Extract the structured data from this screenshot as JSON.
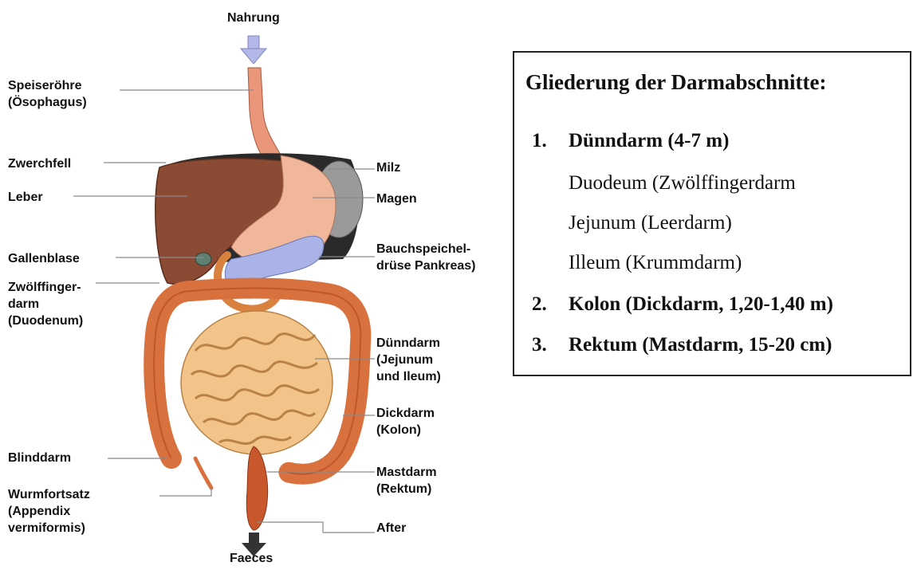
{
  "labels": {
    "nahrung": "Nahrung",
    "faeces": "Faeces",
    "speiseroehre": "Speiseröhre\n(Ösophagus)",
    "zwerchfell": "Zwerchfell",
    "leber": "Leber",
    "gallenblase": "Gallenblase",
    "zwoelffingerdarm": "Zwölffinger-\ndarm\n(Duodenum)",
    "blinddarm": "Blinddarm",
    "wurmfortsatz": "Wurmfortsatz\n(Appendix\nvermiformis)",
    "milz": "Milz",
    "magen": "Magen",
    "bauchspeicheldruese": "Bauchspeichel-\ndrüse Pankreas)",
    "duenndarm": "Dünndarm\n(Jejunum\nund Ileum)",
    "dickdarm": "Dickdarm\n(Kolon)",
    "mastdarm": "Mastdarm\n(Rektum)",
    "after": "After"
  },
  "box": {
    "title": "Gliederung der Darmabschnitte:",
    "sections": [
      {
        "num": "1.",
        "label": "Dünndarm (4-7 m)",
        "sub": [
          "Duodeum (Zwölffingerdarm",
          "Jejunum (Leerdarm)",
          "Illeum (Krummdarm)"
        ]
      },
      {
        "num": "2.",
        "label": "Kolon (Dickdarm, 1,20-1,40 m)"
      },
      {
        "num": "3.",
        "label": "Rektum (Mastdarm, 15-20 cm)"
      }
    ]
  },
  "colors": {
    "liver": "#8a4a33",
    "stomach": "#f1b79a",
    "spleen": "#9a9a9a",
    "pancreas": "#a9b3e8",
    "colon": "#d9713f",
    "small_intestine": "#f2c48a",
    "esophagus": "#e9967a",
    "arrow_in": "#b3b8e8",
    "arrow_out": "#333333"
  }
}
